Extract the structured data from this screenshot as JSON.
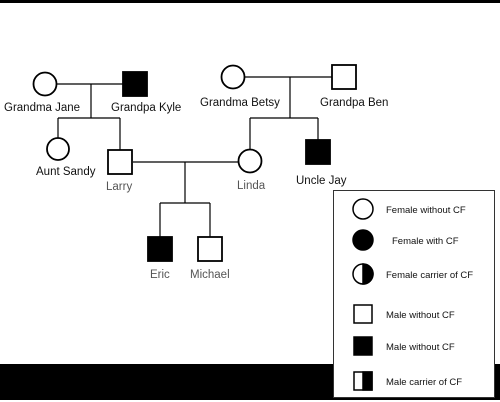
{
  "colors": {
    "line": "#000000",
    "fill_affected": "#000000",
    "fill_unaffected": "#ffffff",
    "label_gray": "#555555",
    "bar": "#000000"
  },
  "people": {
    "grandma_jane": {
      "label": "Grandma Jane",
      "shape": "circle",
      "status": "unaffected"
    },
    "grandpa_kyle": {
      "label": "Grandpa Kyle",
      "shape": "square",
      "status": "affected"
    },
    "grandma_betsy": {
      "label": "Grandma Betsy",
      "shape": "circle",
      "status": "unaffected"
    },
    "grandpa_ben": {
      "label": "Grandpa Ben",
      "shape": "square",
      "status": "unaffected"
    },
    "aunt_sandy": {
      "label": "Aunt Sandy",
      "shape": "circle",
      "status": "unaffected"
    },
    "larry": {
      "label": "Larry",
      "shape": "square",
      "status": "unaffected"
    },
    "linda": {
      "label": "Linda",
      "shape": "circle",
      "status": "unaffected"
    },
    "uncle_jay": {
      "label": "Uncle Jay",
      "shape": "square",
      "status": "affected"
    },
    "eric": {
      "label": "Eric",
      "shape": "square",
      "status": "affected"
    },
    "michael": {
      "label": "Michael",
      "shape": "square",
      "status": "unaffected"
    }
  },
  "legend": {
    "female_without": "Female without CF",
    "female_with": "Female with CF",
    "female_carrier": "Female carrier of CF",
    "male_without": "Male without CF",
    "male_with": "Male without CF",
    "male_carrier": "Male carrier of CF"
  }
}
